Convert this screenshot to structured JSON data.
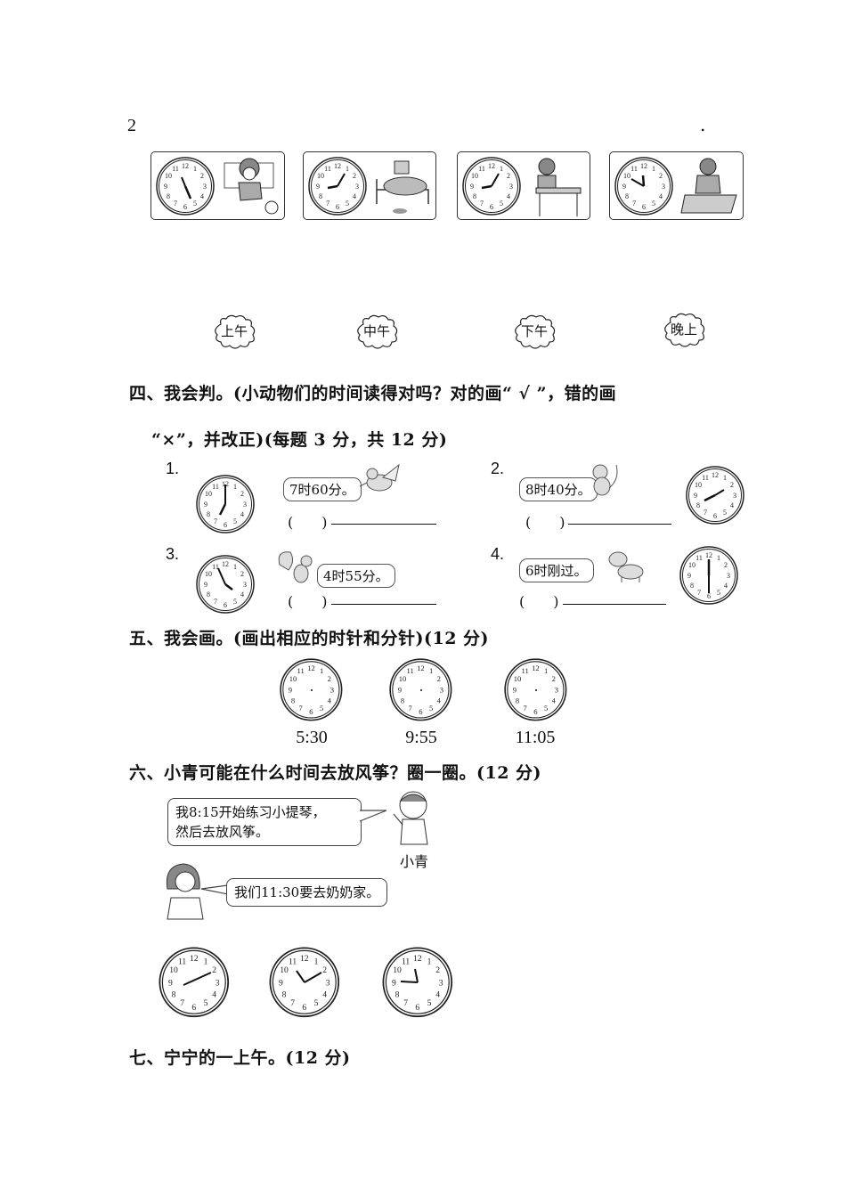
{
  "top": {
    "number": "2",
    "end_mark": "."
  },
  "section3": {
    "panels": [
      {
        "clock_hour": 4.9,
        "clock_minute": 25,
        "scene": "playing soccer"
      },
      {
        "clock_hour": 9.1,
        "clock_minute": 5,
        "scene": "sleeping in bed"
      },
      {
        "clock_hour": 9,
        "clock_minute": 5,
        "scene": "studying at desk"
      },
      {
        "clock_hour": 11.9,
        "clock_minute": 50,
        "scene": "eating at table"
      }
    ],
    "clouds": [
      "上午",
      "中午",
      "下午",
      "晚上"
    ]
  },
  "section4": {
    "title_line1": "四、我会判。(小动物们的时间读得对吗？对的画“ √ ”，错的画",
    "title_line2": "“×”，并改正)(每题 3 分，共 12 分)",
    "items": [
      {
        "num": "1.",
        "speech": "7时60分。",
        "animal": "bird",
        "paren": "(　　)"
      },
      {
        "num": "2.",
        "speech": "8时40分。",
        "animal": "monkey",
        "paren": "(　　)"
      },
      {
        "num": "3.",
        "speech": "4时55分。",
        "animal": "squirrel",
        "paren": "(　　)"
      },
      {
        "num": "4.",
        "speech": "6时刚过。",
        "animal": "dog",
        "paren": "(　　)"
      }
    ]
  },
  "section5": {
    "title": "五、我会画。(画出相应的时针和分针)(12 分)",
    "times": [
      "5:30",
      "9:55",
      "11:05"
    ]
  },
  "section6": {
    "title": "六、小青可能在什么时间去放风筝？圈一圈。(12 分)",
    "speech1_line1": "我8:15开始练习小提琴，",
    "speech1_line2": "然后去放风筝。",
    "speaker1": "小青",
    "speech2": "我们11:30要去奶奶家。"
  },
  "section7": {
    "title": "七、宁宁的一上午。(12 分)"
  }
}
